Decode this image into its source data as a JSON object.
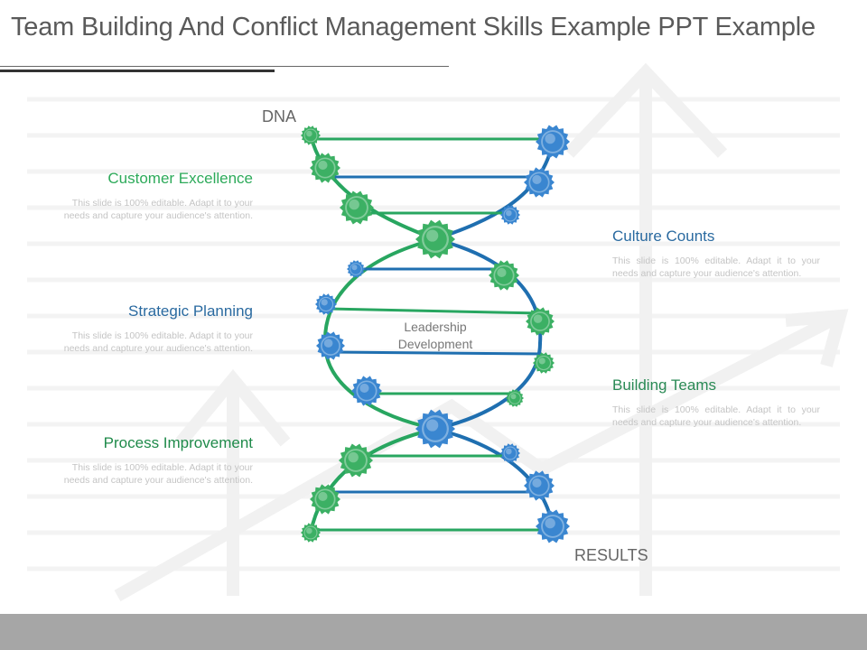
{
  "header": {
    "title": "Team Building And Conflict Management Skills Example PPT Example"
  },
  "diagram": {
    "top_label": "DNA",
    "bottom_label": "RESULTS",
    "center_label_line1": "Leadership",
    "center_label_line2": "Development"
  },
  "sections": [
    {
      "title": "Customer Excellence",
      "description": "This slide is 100% editable. Adapt it to your needs and capture your audience's attention.",
      "color": "#2daa5a"
    },
    {
      "title": "Strategic Planning",
      "description": "This slide is 100% editable. Adapt it to your needs and capture your audience's attention.",
      "color": "#2a6aa0"
    },
    {
      "title": "Process Improvement",
      "description": "This slide is 100% editable. Adapt it to your needs and capture your audience's attention.",
      "color": "#1f8a4a"
    },
    {
      "title": "Culture Counts",
      "description": "This slide is 100% editable. Adapt it to your needs and capture your audience's attention.",
      "color": "#2a6aa0"
    },
    {
      "title": "Building Teams",
      "description": "This slide is 100% editable. Adapt it to your needs and capture your audience's attention.",
      "color": "#2a8a55"
    }
  ],
  "colors": {
    "green": "#28a660",
    "blue": "#1f6fb0",
    "green_gear": "#3cb064",
    "blue_gear": "#3a86d0"
  }
}
